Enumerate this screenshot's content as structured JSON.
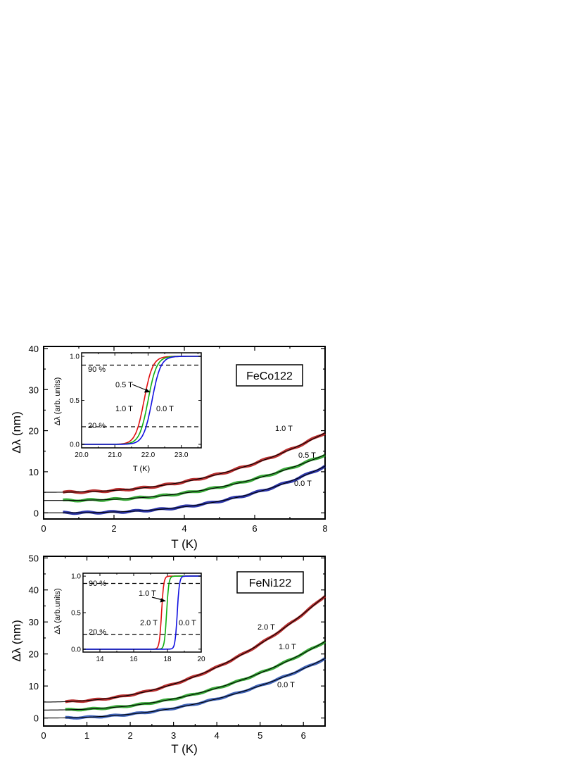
{
  "chart_data": [
    {
      "id": "feco",
      "type": "line",
      "xlabel": "T (K)",
      "ylabel": "Δλ  (nm)",
      "xlim": [
        0,
        8
      ],
      "ylim": [
        -1.5,
        40.5
      ],
      "xticks": [
        0,
        2,
        4,
        6,
        8
      ],
      "yticks": [
        0,
        10,
        20,
        30,
        40
      ],
      "grid": false,
      "sample_label": "FeCo122",
      "series": [
        {
          "name": "1.0 T",
          "color": "#b01818",
          "fit_color": "#000000",
          "offset": 5,
          "t_min": 0.55,
          "t_max": 8.0,
          "a": 0.08,
          "b": 2.5,
          "fit_extends_to": 0
        },
        {
          "name": "0.5 T",
          "color": "#22a022",
          "fit_color": "#000000",
          "offset": 3,
          "t_min": 0.55,
          "t_max": 8.0,
          "a": 0.048,
          "b": 2.62,
          "fit_extends_to": 0
        },
        {
          "name": "0.0 T",
          "color": "#1520a0",
          "fit_color": "#000000",
          "offset": 0,
          "t_min": 0.55,
          "t_max": 8.0,
          "a": 0.0246,
          "b": 2.95,
          "fit_extends_to": 0
        }
      ],
      "inset": {
        "xlabel": "T (K)",
        "ylabel": "Δλ  (arb. units)",
        "xlim": [
          20.0,
          23.6
        ],
        "ylim": [
          -0.04,
          1.04
        ],
        "xticks": [
          20.0,
          21.0,
          22.0,
          23.0
        ],
        "xtick_labels": [
          "20.0",
          "21.0",
          "22.0",
          "23.0"
        ],
        "yticks": [
          0.0,
          0.5,
          1.0
        ],
        "ytick_labels": [
          "0.0",
          "0.5",
          "1.0"
        ],
        "levels": [
          {
            "label": "90 %",
            "value": 0.9
          },
          {
            "label": "20 %",
            "value": 0.2
          }
        ],
        "series": [
          {
            "name": "1.0 T",
            "color": "#e01010",
            "t0": 21.88,
            "w": 0.13
          },
          {
            "name": "0.5 T",
            "color": "#10b010",
            "t0": 22.0,
            "w": 0.13
          },
          {
            "name": "0.0 T",
            "color": "#1010e0",
            "t0": 22.12,
            "w": 0.13
          }
        ]
      }
    },
    {
      "id": "feni",
      "type": "line",
      "xlabel": "T (K)",
      "ylabel": "Δλ  (nm)",
      "xlim": [
        0,
        6.5
      ],
      "ylim": [
        -2.5,
        50.5
      ],
      "xticks": [
        0,
        1,
        2,
        3,
        4,
        5,
        6
      ],
      "yticks": [
        0,
        10,
        20,
        30,
        40,
        50
      ],
      "grid": false,
      "sample_label": "FeNi122",
      "series": [
        {
          "name": "2.0 T",
          "color": "#b01818",
          "fit_color": "#000000",
          "offset": 5,
          "t_min": 0.5,
          "t_max": 6.5,
          "a": 0.448,
          "b": 2.3,
          "fit_extends_to": 0
        },
        {
          "name": "1.0 T",
          "color": "#22a022",
          "fit_color": "#000000",
          "offset": 2.5,
          "t_min": 0.5,
          "t_max": 6.5,
          "a": 0.263,
          "b": 2.35,
          "fit_extends_to": 0
        },
        {
          "name": "0.0 T",
          "color": "#2a52b0",
          "fit_color": "#000000",
          "offset": 0,
          "t_min": 0.5,
          "t_max": 6.5,
          "a": 0.237,
          "b": 2.33,
          "fit_extends_to": 0
        }
      ],
      "inset": {
        "xlabel": "",
        "ylabel": "Δλ  (arb.units)",
        "xlim": [
          13,
          20
        ],
        "ylim": [
          -0.04,
          1.04
        ],
        "xticks": [
          14,
          16,
          18,
          20
        ],
        "xtick_labels": [
          "14",
          "16",
          "18",
          "20"
        ],
        "yticks": [
          0.0,
          0.5,
          1.0
        ],
        "ytick_labels": [
          "0.0",
          "0.5",
          "1.0"
        ],
        "levels": [
          {
            "label": "90 %",
            "value": 0.9
          },
          {
            "label": "20 %",
            "value": 0.2
          }
        ],
        "series": [
          {
            "name": "2.0 T",
            "color": "#e01010",
            "t0": 17.65,
            "w": 0.065
          },
          {
            "name": "1.0 T",
            "color": "#10b010",
            "t0": 17.95,
            "w": 0.065
          },
          {
            "name": "0.0 T",
            "color": "#1010e0",
            "t0": 18.58,
            "w": 0.065
          }
        ]
      }
    }
  ]
}
